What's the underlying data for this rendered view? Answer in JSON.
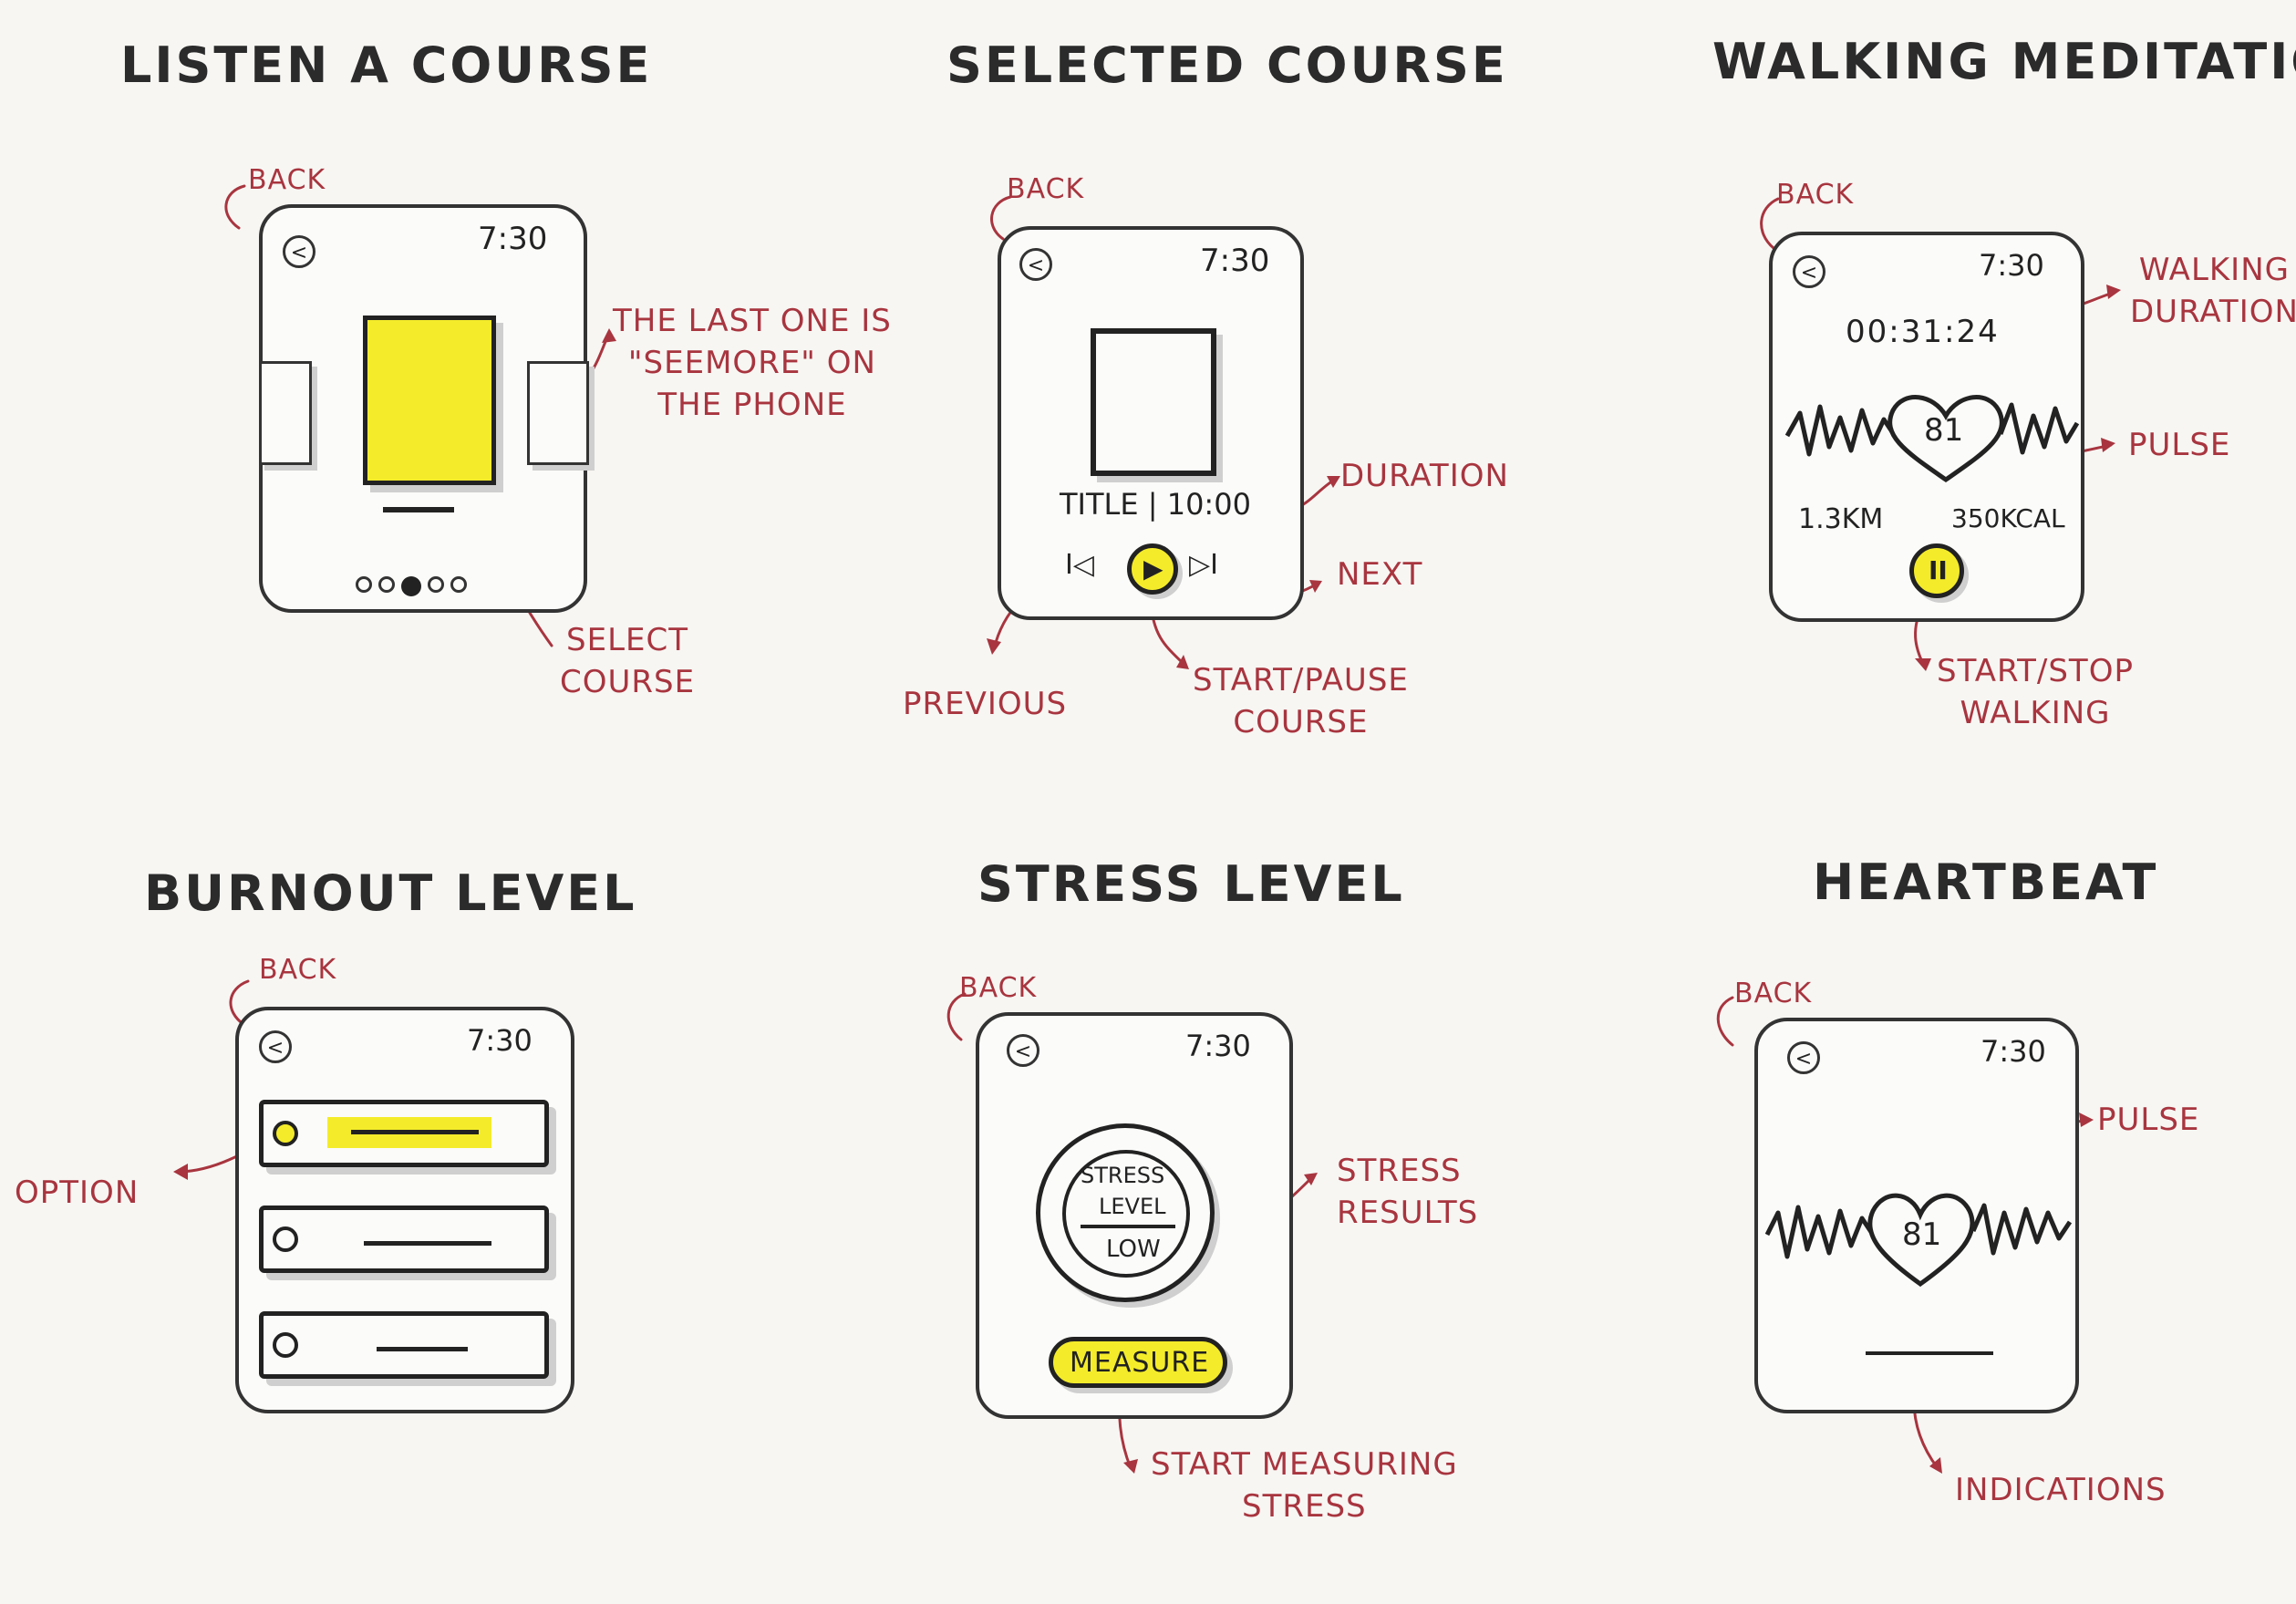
{
  "titles": {
    "listen_course": "LISTEN A COURSE",
    "selected_course": "SELECTED COURSE",
    "walking_meditation": "WALKING MEDITATION",
    "burnout_level": "BURNOUT LEVEL",
    "stress_level": "STRESS LEVEL",
    "heartbeat": "HEARTBEAT"
  },
  "watch": {
    "time": "7:30",
    "back_glyph": "<"
  },
  "notes": {
    "back": "BACK",
    "last_one": "THE LAST ONE IS\n\"SEEMORE\" ON\nTHE PHONE",
    "select_course": "SELECT\nCOURSE",
    "duration": "DURATION",
    "next": "NEXT",
    "previous": "PREVIOUS",
    "start_pause": "START/PAUSE\nCOURSE",
    "walking_duration": "WALKING\nDURATION",
    "pulse": "PULSE",
    "start_stop": "START/STOP\nWALKING",
    "option": "OPTION",
    "stress_results": "STRESS\nRESULTS",
    "start_measuring": "START MEASURING\nSTRESS",
    "indications": "INDICATIONS"
  },
  "selected_course": {
    "title_duration": "TITLE | 10:00",
    "prev_glyph": "I◁",
    "play_glyph": "▶",
    "next_glyph": "▷I"
  },
  "walking": {
    "timer": "00:31:24",
    "pulse_value": "81",
    "distance": "1.3KM",
    "calories": "350KCAL",
    "pause_glyph": "II"
  },
  "stress": {
    "label_line1": "STRESS",
    "label_line2": "LEVEL",
    "result": "LOW",
    "measure_button": "MEASURE"
  },
  "heartbeat": {
    "pulse_value": "81"
  },
  "colors": {
    "highlight": "#f4ec2a",
    "annotation": "#a8353f",
    "ink": "#222222"
  }
}
